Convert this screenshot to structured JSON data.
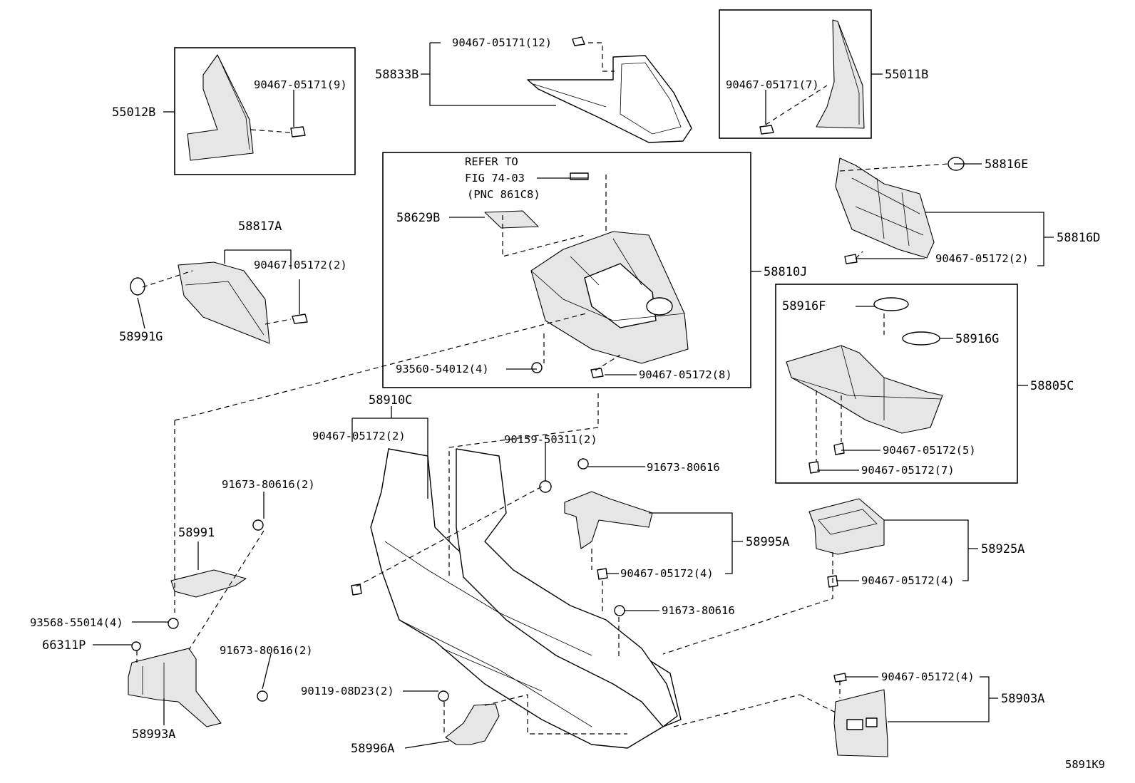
{
  "figure_id": "5891K9",
  "refer": {
    "line1": "REFER TO",
    "line2": "FIG 74-03",
    "line3": "(PNC 861C8)"
  },
  "labels": {
    "p55012B": "55012B",
    "p90467_05171_9": "90467-05171(9)",
    "p58833B": "58833B",
    "p90467_05171_12": "90467-05171(12)",
    "p55011B": "55011B",
    "p90467_05171_7": "90467-05171(7)",
    "p58816E": "58816E",
    "p58816D": "58816D",
    "p90467_05172_2_d": "90467-05172(2)",
    "p58629B": "58629B",
    "p58810J": "58810J",
    "p93560_54012_4": "93560-54012(4)",
    "p90467_05172_8": "90467-05172(8)",
    "p58817A": "58817A",
    "p90467_05172_2_a": "90467-05172(2)",
    "p58991G": "58991G",
    "p58916F": "58916F",
    "p58916G": "58916G",
    "p58805C": "58805C",
    "p90467_05172_5": "90467-05172(5)",
    "p90467_05172_7": "90467-05172(7)",
    "p58910C": "58910C",
    "p90467_05172_2_c": "90467-05172(2)",
    "p90159_50311_2": "90159-50311(2)",
    "p91673_80616_a": "91673-80616",
    "p58995A": "58995A",
    "p90467_05172_4_a": "90467-05172(4)",
    "p91673_80616_2_a": "91673-80616(2)",
    "p58991": "58991",
    "p93568_55014_4": "93568-55014(4)",
    "p66311P": "66311P",
    "p91673_80616_2_b": "91673-80616(2)",
    "p58993A": "58993A",
    "p58925A": "58925A",
    "p90467_05172_4_b": "90467-05172(4)",
    "p91673_80616_b": "91673-80616",
    "p90119_08D23_2": "90119-08D23(2)",
    "p58996A": "58996A",
    "p90467_05172_4_c": "90467-05172(4)",
    "p58903A": "58903A"
  }
}
